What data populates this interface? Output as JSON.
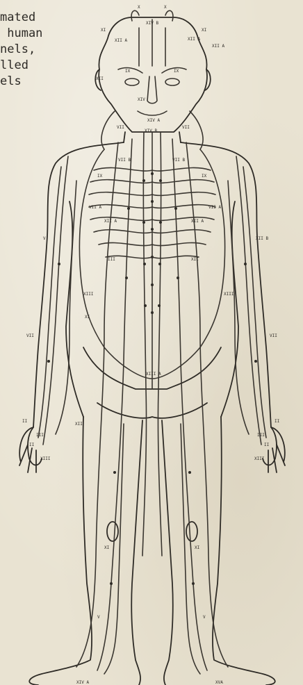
{
  "text": {
    "lines": [
      "mated",
      "",
      " human",
      "nels,",
      "lled",
      "els"
    ]
  },
  "figure": {
    "labels": [
      "X",
      "X",
      "XIV B",
      "XI",
      "XI",
      "XII A",
      "XII A",
      "XII A",
      "IX",
      "IX",
      "XIV",
      "XII",
      "XIV A",
      "XIV B",
      "VII",
      "VII",
      "VII B",
      "VII B",
      "IX",
      "IX",
      "VII A",
      "VII A",
      "XII A",
      "XII A",
      "V",
      "XII B",
      "III",
      "XII",
      "XI",
      "VII",
      "VII",
      "XIII",
      "XIII",
      "XIII A",
      "II",
      "II",
      "III",
      "III",
      "XII",
      "II",
      "II",
      "XIII",
      "XIII",
      "XI",
      "XI",
      "V",
      "V",
      "XIV A",
      "XVA"
    ]
  }
}
